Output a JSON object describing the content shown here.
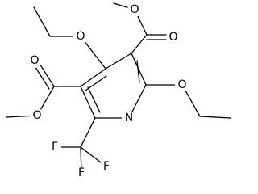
{
  "structure": {
    "atoms": [
      {
        "id": "a1",
        "symbol": "O"
      },
      {
        "id": "a2",
        "symbol": "O"
      },
      {
        "id": "a3",
        "symbol": "O"
      },
      {
        "id": "a4",
        "symbol": "O"
      },
      {
        "id": "a5",
        "symbol": "O"
      },
      {
        "id": "a6",
        "symbol": "O"
      },
      {
        "id": "a7",
        "symbol": "N"
      },
      {
        "id": "a8",
        "symbol": "F"
      },
      {
        "id": "a9",
        "symbol": "F"
      },
      {
        "id": "a10",
        "symbol": "F"
      }
    ]
  },
  "colors": {
    "bond": "#000000",
    "background": "#ffffff"
  }
}
